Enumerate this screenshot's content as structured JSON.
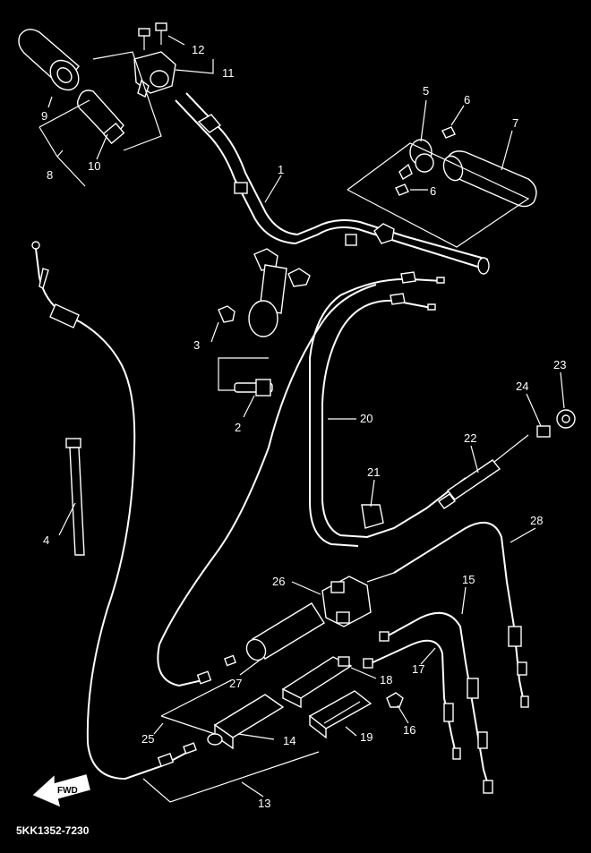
{
  "diagram": {
    "code": "5KK1352-7230",
    "fwd_label": "FWD",
    "callouts": [
      "1",
      "2",
      "3",
      "4",
      "5",
      "6",
      "6",
      "7",
      "8",
      "9",
      "10",
      "11",
      "12",
      "13",
      "14",
      "15",
      "16",
      "17",
      "18",
      "19",
      "20",
      "21",
      "22",
      "23",
      "24",
      "25",
      "26",
      "27",
      "28"
    ]
  },
  "colors": {
    "background": "#000000",
    "line": "#ffffff"
  }
}
